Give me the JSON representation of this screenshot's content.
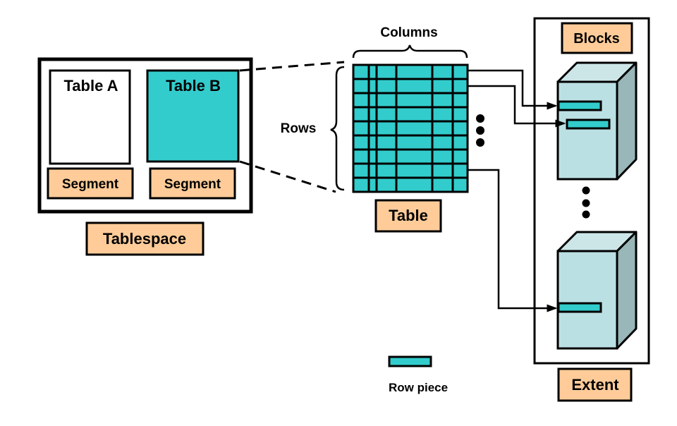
{
  "colors": {
    "teal": "#33CCCC",
    "peach": "#FFCC99",
    "block_front": "#BBE0E3",
    "block_top": "#CCE6E8",
    "block_side": "#99B6B8",
    "stroke": "#000000"
  },
  "tablespace": {
    "label": "Tablespace",
    "tables": [
      {
        "name": "Table A",
        "segment_label": "Segment",
        "highlighted": false
      },
      {
        "name": "Table B",
        "segment_label": "Segment",
        "highlighted": true
      }
    ]
  },
  "table": {
    "label": "Table",
    "columns_label": "Columns",
    "rows_label": "Rows",
    "row_count": 9,
    "column_count": 7
  },
  "extent": {
    "label": "Extent",
    "blocks_label": "Blocks",
    "blocks": [
      {
        "row_pieces": 2
      },
      {
        "row_pieces": 1
      }
    ]
  },
  "legend": {
    "row_piece_label": "Row piece"
  }
}
